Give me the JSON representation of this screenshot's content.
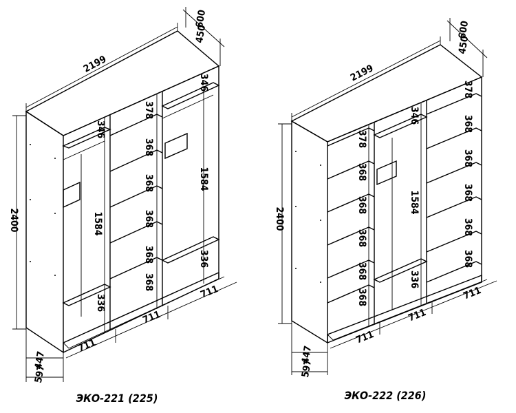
{
  "cabinets": [
    {
      "caption": "ЭКО-221 (225)",
      "width": "2199",
      "height": "2400",
      "depth_outer": "600",
      "depth_inner": "450",
      "base_depth_inner": "447",
      "base_depth_outer": "597",
      "section_width": "711",
      "top_shelf_left": "346",
      "top_shelf_right": "346",
      "hanging_height": "1584",
      "shelf_pitch": "368",
      "shelf_small": "378",
      "bottom_gap": "336"
    },
    {
      "caption": "ЭКО-222 (226)",
      "width": "2199",
      "height": "2400",
      "depth_outer": "600",
      "depth_inner": "450",
      "base_depth_inner": "447",
      "base_depth_outer": "597",
      "section_width": "711",
      "top_shelf_mid": "346",
      "hanging_height": "1584",
      "shelf_pitch": "368",
      "shelf_small": "378",
      "bottom_gap": "336"
    }
  ]
}
